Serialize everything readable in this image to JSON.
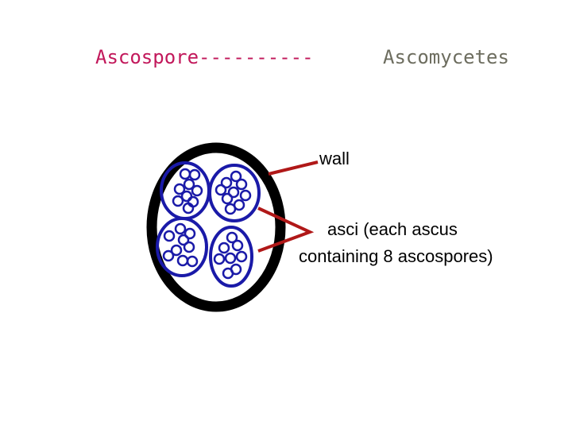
{
  "slide": {
    "title_left": "Ascospore----------",
    "title_right": "Ascomycetes"
  },
  "diagram": {
    "labels": {
      "wall": "wall",
      "asci_line1": "asci (each ascus",
      "asci_line2": "containing 8 ascospores)"
    },
    "colors": {
      "wall": "#000000",
      "ascus": "#1a1aa8",
      "pointer": "#b01818"
    }
  }
}
